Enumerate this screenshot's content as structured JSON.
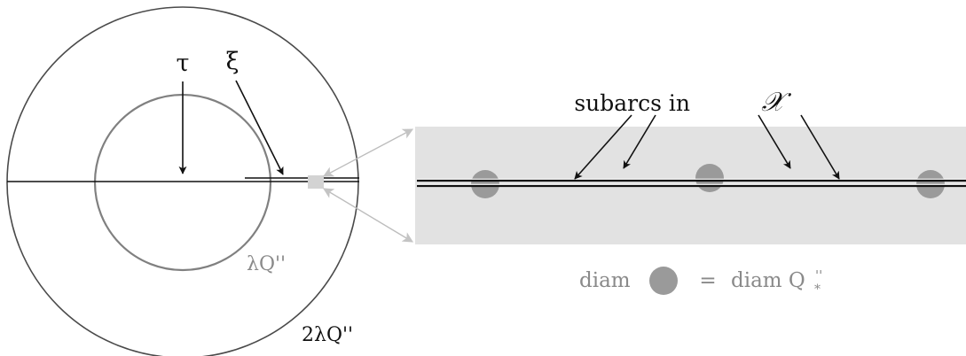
{
  "labels": {
    "tau": "τ",
    "xi": "ξ",
    "inner_circle": "λQ''",
    "outer_circle": "2λQ''",
    "subarcs": "subarcs in",
    "subarcs_symbol": "𝒳",
    "legend_left": "diam",
    "legend_equals": "=",
    "legend_right": "diam Q",
    "legend_right_super": "''",
    "legend_right_sub": "*"
  },
  "colors": {
    "outer_circle": "#4a4a4a",
    "inner_circle": "#808080",
    "zoom_panel": "#e2e2e2",
    "dots": "#9a9a9a",
    "arrows": "#111111",
    "zoom_lines": "#bdbdbd",
    "grey_text": "#8a8a8a"
  }
}
